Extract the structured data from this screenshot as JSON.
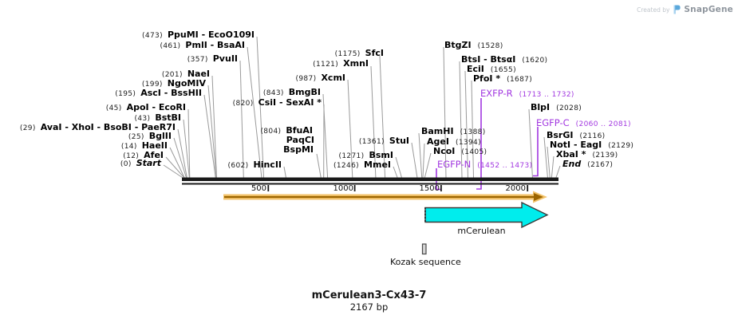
{
  "credit": {
    "created_by": "Created by",
    "brand": "SnapGene"
  },
  "footer": {
    "title": "mCerulean3-Cx43-7",
    "subtitle": "2167 bp"
  },
  "ruler": {
    "ticks": [
      "500",
      "1000",
      "1500",
      "2000"
    ]
  },
  "features": {
    "cds_label": "mCerulean",
    "kozak_label": "Kozak sequence"
  },
  "colors": {
    "primer_purple": "#A238E0",
    "feature_cyan": "#00EDED",
    "arrow_tan": "#F3C36B",
    "arrow_core": "#9C6500",
    "leader_gray": "#9a9a9a"
  },
  "enzymes": [
    {
      "num": "(473)",
      "name": "PpuMI - EcoO109I"
    },
    {
      "num": "(461)",
      "name": "PmlI - BsaAI"
    },
    {
      "num": "(357)",
      "name": "PvuII"
    },
    {
      "num": "(201)",
      "name": "NaeI"
    },
    {
      "num": "(199)",
      "name": "NgoMIV"
    },
    {
      "num": "(195)",
      "name": "AscI - BssHII"
    },
    {
      "num": "(45)",
      "name": "ApoI - EcoRI"
    },
    {
      "num": "(43)",
      "name": "BstBI"
    },
    {
      "num": "(29)",
      "name": "AvaI - XhoI - BsoBI - PaeR7I"
    },
    {
      "num": "(25)",
      "name": "BglII"
    },
    {
      "num": "(14)",
      "name": "HaeII"
    },
    {
      "num": "(12)",
      "name": "AfeI"
    },
    {
      "num": "(0)",
      "name": "Start"
    },
    {
      "num": "(843)",
      "name": "BmgBI"
    },
    {
      "num": "(820)",
      "name": "CsiI - SexAI *"
    },
    {
      "num": "(804)",
      "name": "BfuAI"
    },
    {
      "num": "",
      "name": "PaqCI"
    },
    {
      "num": "",
      "name": "BspMI"
    },
    {
      "num": "(602)",
      "name": "HincII"
    },
    {
      "num": "(987)",
      "name": "XcmI"
    },
    {
      "num": "(1121)",
      "name": "XmnI"
    },
    {
      "num": "(1175)",
      "name": "SfcI"
    },
    {
      "num": "(1361)",
      "name": "StuI"
    },
    {
      "num": "(1271)",
      "name": "BsmI"
    },
    {
      "num": "(1246)",
      "name": "MmeI"
    },
    {
      "num": "(1388)",
      "name": "BamHI"
    },
    {
      "num": "(1394)",
      "name": "AgeI"
    },
    {
      "num": "(1405)",
      "name": "NcoI"
    },
    {
      "num": "(1528)",
      "name": "BtgZI"
    },
    {
      "num": "(1620)",
      "name": "BtsI - BtsαI"
    },
    {
      "num": "(1655)",
      "name": "EciI"
    },
    {
      "num": "(1687)",
      "name": "PfoI *"
    },
    {
      "num": "(2028)",
      "name": "BlpI"
    },
    {
      "num": "(2116)",
      "name": "BsrGI"
    },
    {
      "num": "(2129)",
      "name": "NotI - EagI"
    },
    {
      "num": "(2139)",
      "name": "XbaI *"
    },
    {
      "num": "(2167)",
      "name": "End"
    }
  ],
  "primers": [
    {
      "name": "EGFP-N",
      "range": "(1452 .. 1473)"
    },
    {
      "name": "EXFP-R",
      "range": "(1713 .. 1732)"
    },
    {
      "name": "EGFP-C",
      "range": "(2060 .. 2081)"
    }
  ]
}
